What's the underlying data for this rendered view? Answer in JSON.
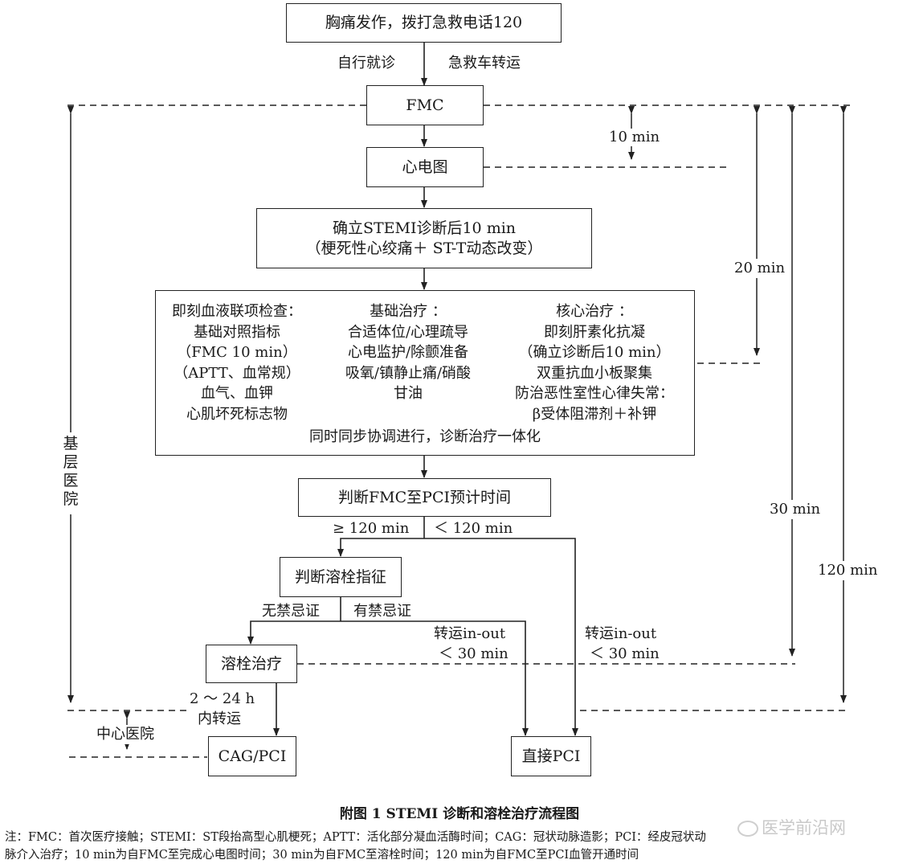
{
  "boxes": {
    "start": "胸痛发作，拨打急救电话120",
    "fmc": "FMC",
    "ecg": "心电图",
    "diag_line1": "确立STEMI诊断后10 min",
    "diag_line2": "（梗死性心绞痛＋ ST-T动态改变）",
    "col1": [
      "即刻血液联项检查：",
      "基础对照指标",
      "（FMC 10 min）",
      "（APTT、血常规）",
      "血气、血钾",
      "心肌坏死标志物"
    ],
    "col2": [
      "基础治疗 ：",
      "合适体位/心理疏导",
      "心电监护/除颤准备",
      "吸氧/镇静止痛/硝酸",
      "甘油"
    ],
    "col3": [
      "核心治疗 ：",
      "即刻肝素化抗凝",
      "（确立诊断后10 min）",
      "双重抗血小板聚集",
      "防治恶性室性心律失常：",
      "β受体阻滞剂＋补钾"
    ],
    "big_footer": "同时同步协调进行，诊断治疗一体化",
    "judge_fmc": "判断FMC至PCI预计时间",
    "judge_lysis": "判断溶栓指征",
    "lysis": "溶栓治疗",
    "cag": "CAG/PCI",
    "direct_pci": "直接PCI"
  },
  "labels": {
    "self_visit": "自行就诊",
    "ambulance": "急救车转运",
    "t10": "10 min",
    "t20": "20 min",
    "t30": "30 min",
    "t120": "120 min",
    "ge120": "≥ 120 min",
    "lt120": "＜ 120 min",
    "no_contra": "无禁忌证",
    "has_contra": "有禁忌证",
    "transfer1a": "转运in-out",
    "transfer1b": "＜ 30 min",
    "transfer2a": "转运in-out",
    "transfer2b": "＜ 30 min",
    "h224a": "2 ～ 24 h",
    "h224b": "内转运",
    "center_hospital": "中心医院",
    "primary_hospital": "基层医院"
  },
  "caption": "附图 1    STEMI 诊断和溶栓治疗流程图",
  "note_line1": "注：FMC：首次医疗接触；STEMI：ST段抬高型心肌梗死；APTT：活化部分凝血活酶时间；CAG：冠状动脉造影；PCI：经皮冠状动",
  "note_line2": "脉介入治疗；10 min为自FMC至完成心电图时间；30 min为自FMC至溶栓时间；120 min为自FMC至PCI血管开通时间",
  "watermark": "医学前沿网"
}
